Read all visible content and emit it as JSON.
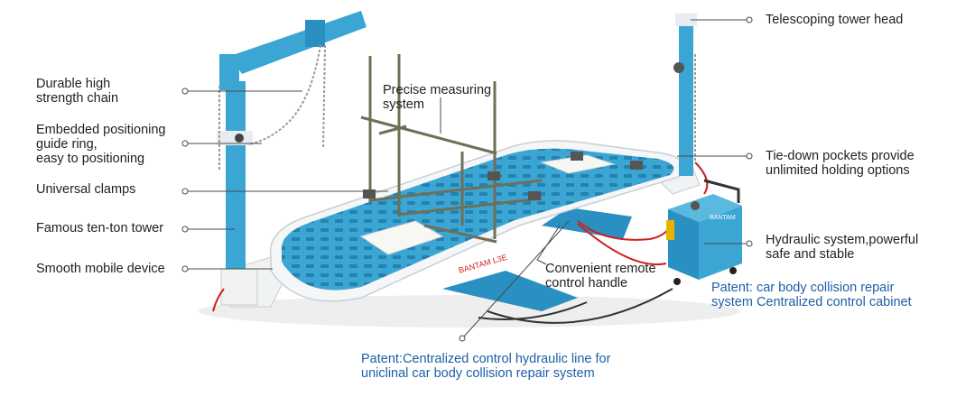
{
  "colors": {
    "frame_blue": "#3ba6d3",
    "frame_blue_dark": "#1f78a6",
    "frame_white": "#f4f6f7",
    "steel": "#6f6f58",
    "chain": "#9a9a9a",
    "hydraulic_hose": "#cf1f1f",
    "leader_line": "#4a4a4a",
    "patent_text": "#1d5fa8"
  },
  "branding": {
    "frame_badge": "BANTAM L3E",
    "cabinet_badge": "BANTAM"
  },
  "callouts": [
    {
      "id": "chain",
      "text": "Durable high\nstrength chain"
    },
    {
      "id": "guide-ring",
      "text": "Embedded positioning\nguide ring,\neasy to positioning"
    },
    {
      "id": "clamps",
      "text": "Universal clamps"
    },
    {
      "id": "tower",
      "text": "Famous ten-ton tower"
    },
    {
      "id": "mobile",
      "text": "Smooth mobile device"
    },
    {
      "id": "measuring",
      "text": "Precise measuring\nsystem"
    },
    {
      "id": "tower-head",
      "text": "Telescoping tower head"
    },
    {
      "id": "tie-down",
      "text": "Tie-down pockets provide\nunlimited holding options"
    },
    {
      "id": "hydraulic",
      "text": "Hydraulic system,powerful\nsafe and stable"
    },
    {
      "id": "remote",
      "text": "Convenient remote\ncontrol handle"
    },
    {
      "id": "cabinet",
      "text": "Patent: car body collision repair\nsystem Centralized control cabinet"
    },
    {
      "id": "hydraulic-line",
      "text": "Patent:Centralized control hydraulic line for\nuniclinal car body collision repair system"
    }
  ]
}
